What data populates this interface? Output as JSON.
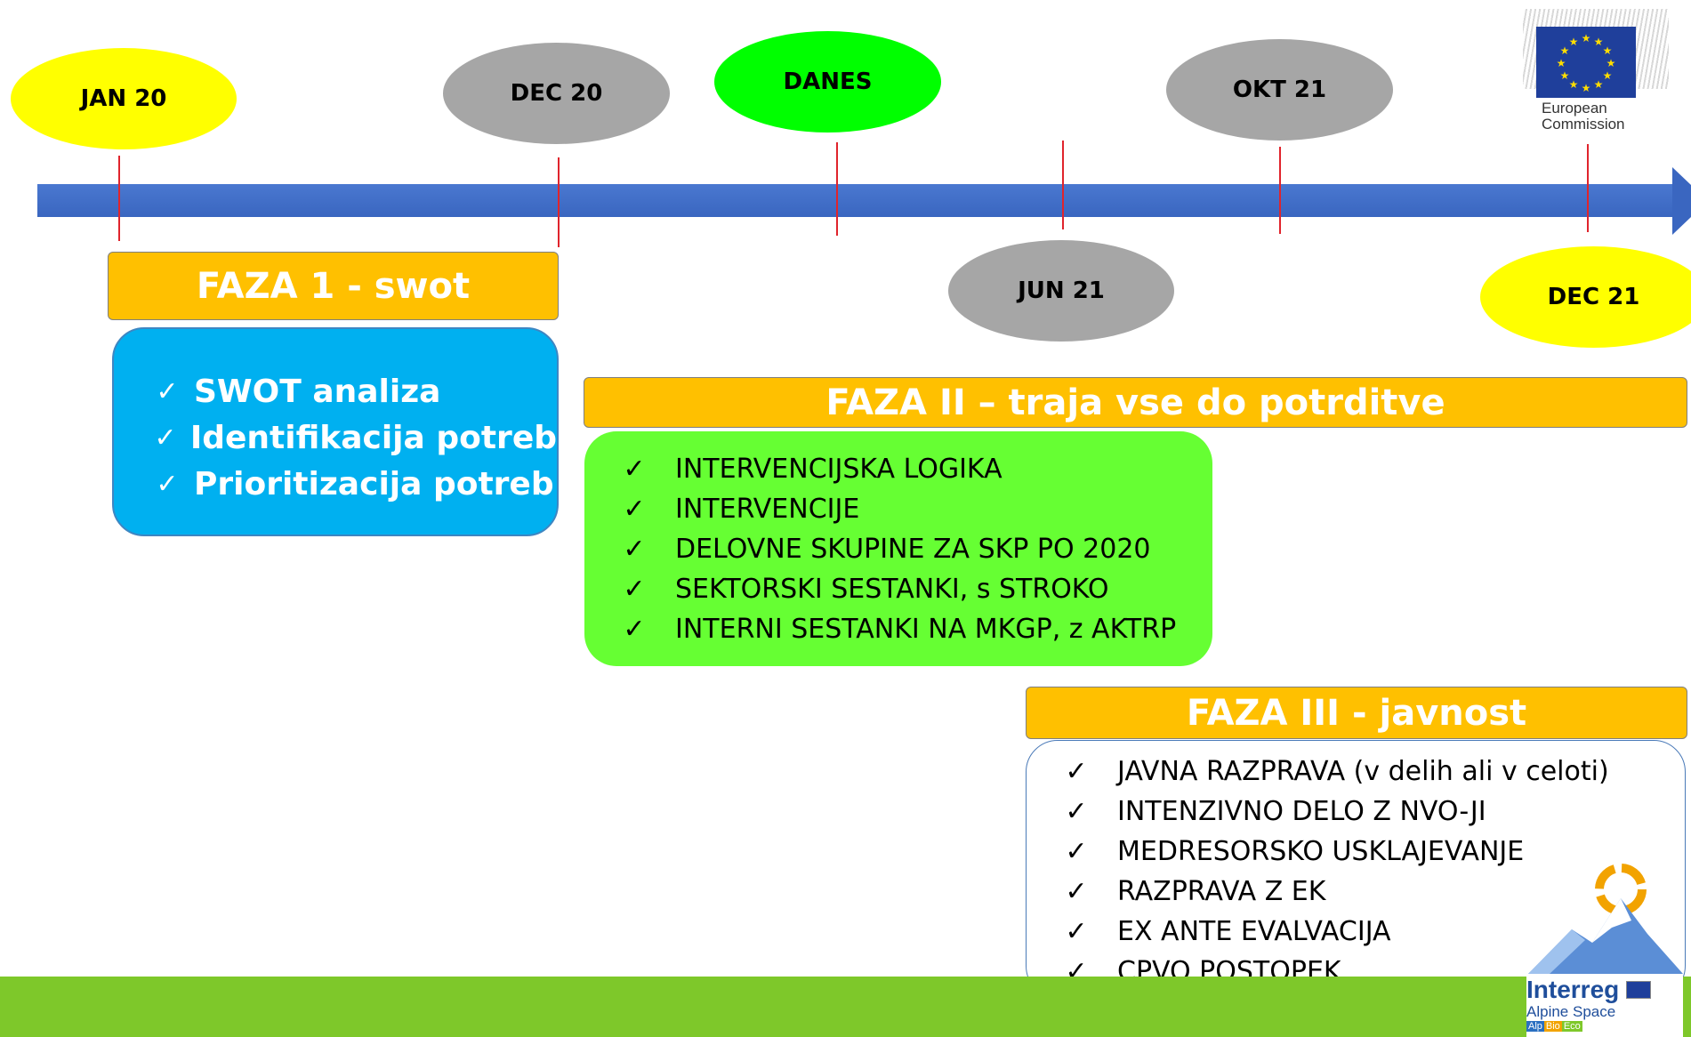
{
  "timeline": {
    "markers": [
      {
        "label": "JAN 20",
        "color": "#ffff00"
      },
      {
        "label": "DEC 20",
        "color": "#a6a6a6"
      },
      {
        "label": "DANES",
        "color": "#00ff00"
      },
      {
        "label": "JUN 21",
        "color": "#a6a6a6"
      },
      {
        "label": "OKT 21",
        "color": "#a6a6a6"
      },
      {
        "label": "DEC 21",
        "color": "#ffff00"
      }
    ],
    "axis_color": "#3a66c0",
    "tick_color": "#e0242c"
  },
  "phases": [
    {
      "title": "FAZA 1 - swot",
      "items": [
        "SWOT analiza",
        "Identifikacija potreb",
        "Prioritizacija potreb"
      ],
      "box_color": "#00b0f0"
    },
    {
      "title": "FAZA II – traja vse do potrditve",
      "items": [
        "INTERVENCIJSKA LOGIKA",
        "INTERVENCIJE",
        "DELOVNE SKUPINE ZA SKP PO 2020",
        "SEKTORSKI SESTANKI, s STROKO",
        "INTERNI SESTANKI NA MKGP, z AKTRP"
      ],
      "box_color": "#66ff33"
    },
    {
      "title": "FAZA III - javnost",
      "items": [
        "JAVNA RAZPRAVA (v delih ali v celoti)",
        "INTENZIVNO DELO Z NVO-JI",
        "MEDRESORSKO USKLAJEVANJE",
        "RAZPRAVA Z EK",
        "EX ANTE EVALVACIJA",
        "CPVO POSTOPEK"
      ],
      "box_color": "#ffffff"
    }
  ],
  "check_symbol": "✓",
  "phase_header_color": "#ffc000",
  "logos": {
    "ec": {
      "line1": "European",
      "line2": "Commission"
    },
    "interreg": {
      "name": "Interreg",
      "sub": "Alpine Space",
      "tag_parts": [
        "Alp",
        "Bio",
        "Eco"
      ]
    }
  },
  "footer_color": "#7ec82a"
}
